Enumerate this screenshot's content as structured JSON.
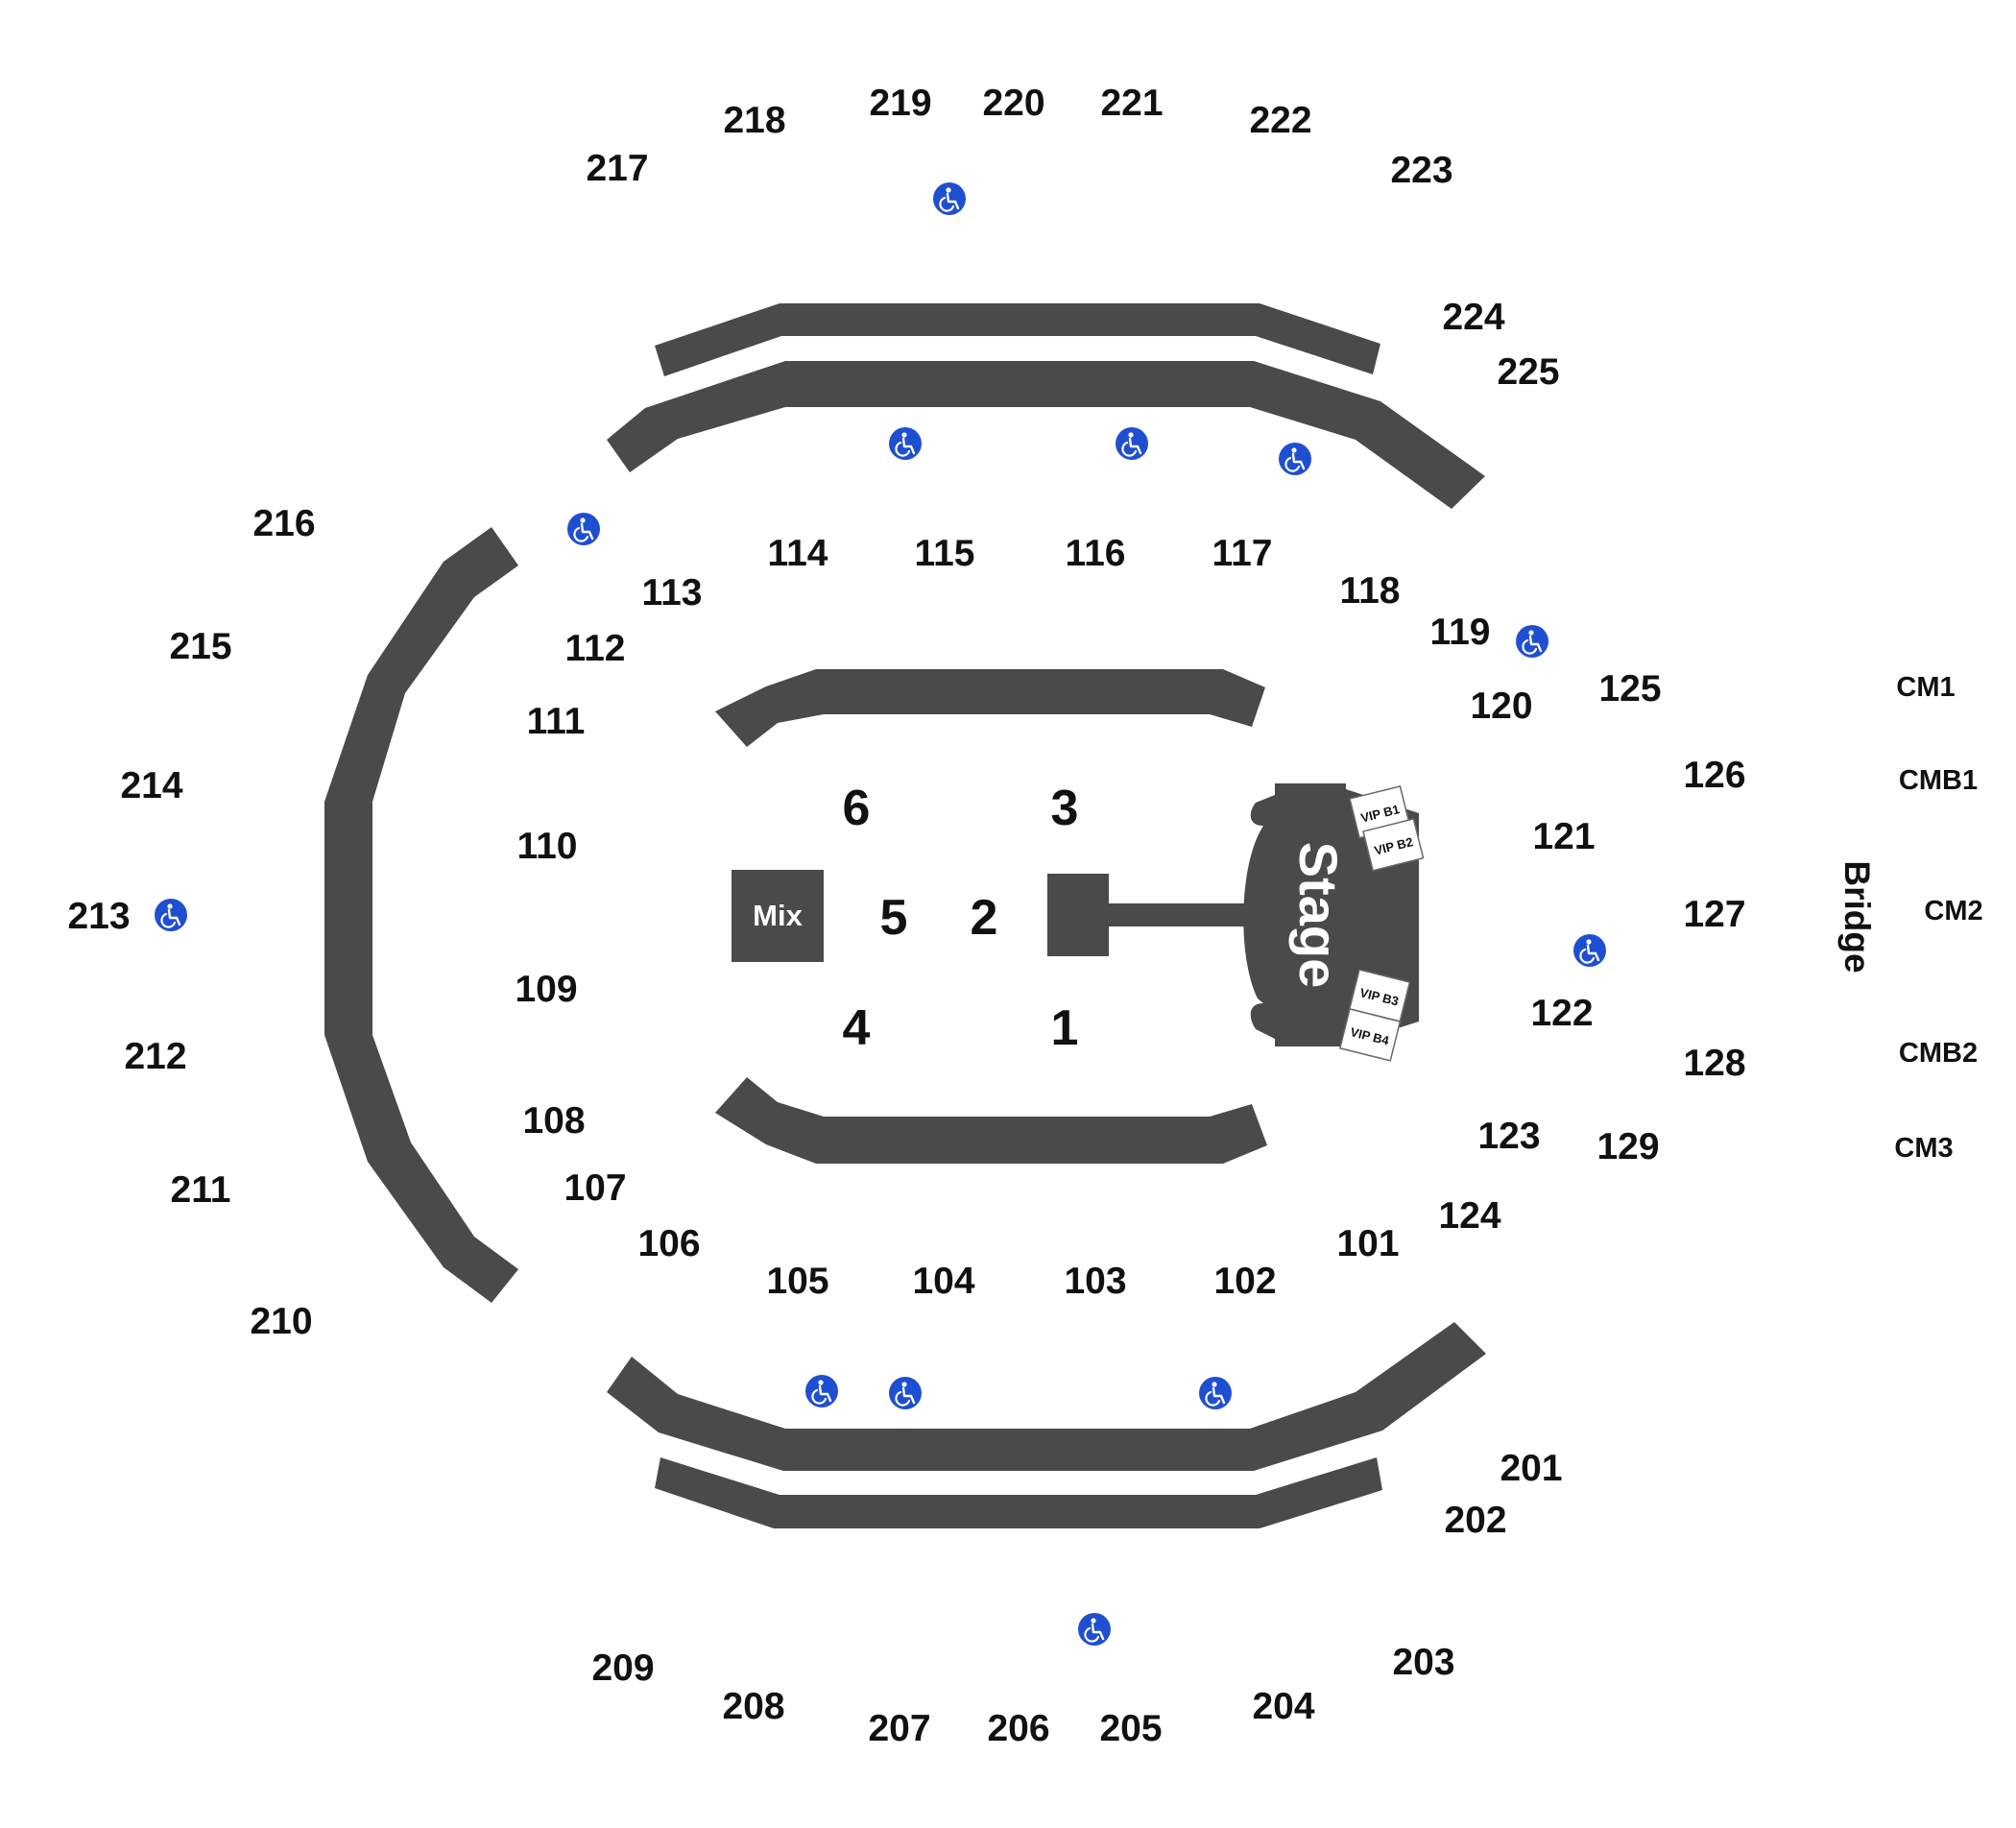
{
  "colors": {
    "band": "#4a4a4a",
    "accessible": "#1f4fd1",
    "text": "#111111",
    "background": "#ffffff"
  },
  "icons": {
    "accessible": "wheelchair-icon"
  },
  "labels": {
    "mix": "Mix",
    "stage": "Stage",
    "bridge": "Bridge"
  },
  "floor_sections": [
    "1",
    "2",
    "3",
    "4",
    "5",
    "6"
  ],
  "vip_boxes": [
    "VIP B1",
    "VIP B2",
    "VIP B3",
    "VIP B4"
  ],
  "sections_100": [
    "101",
    "102",
    "103",
    "104",
    "105",
    "106",
    "107",
    "108",
    "109",
    "110",
    "111",
    "112",
    "113",
    "114",
    "115",
    "116",
    "117",
    "118",
    "119",
    "120",
    "121",
    "122",
    "123",
    "124",
    "125",
    "126",
    "127",
    "128",
    "129"
  ],
  "sections_200": [
    "201",
    "202",
    "203",
    "204",
    "205",
    "206",
    "207",
    "208",
    "209",
    "210",
    "211",
    "212",
    "213",
    "214",
    "215",
    "216",
    "217",
    "218",
    "219",
    "220",
    "221",
    "222",
    "223",
    "224",
    "225"
  ],
  "club_sections": [
    "CM1",
    "CMB1",
    "CM2",
    "CMB2",
    "CM3"
  ]
}
